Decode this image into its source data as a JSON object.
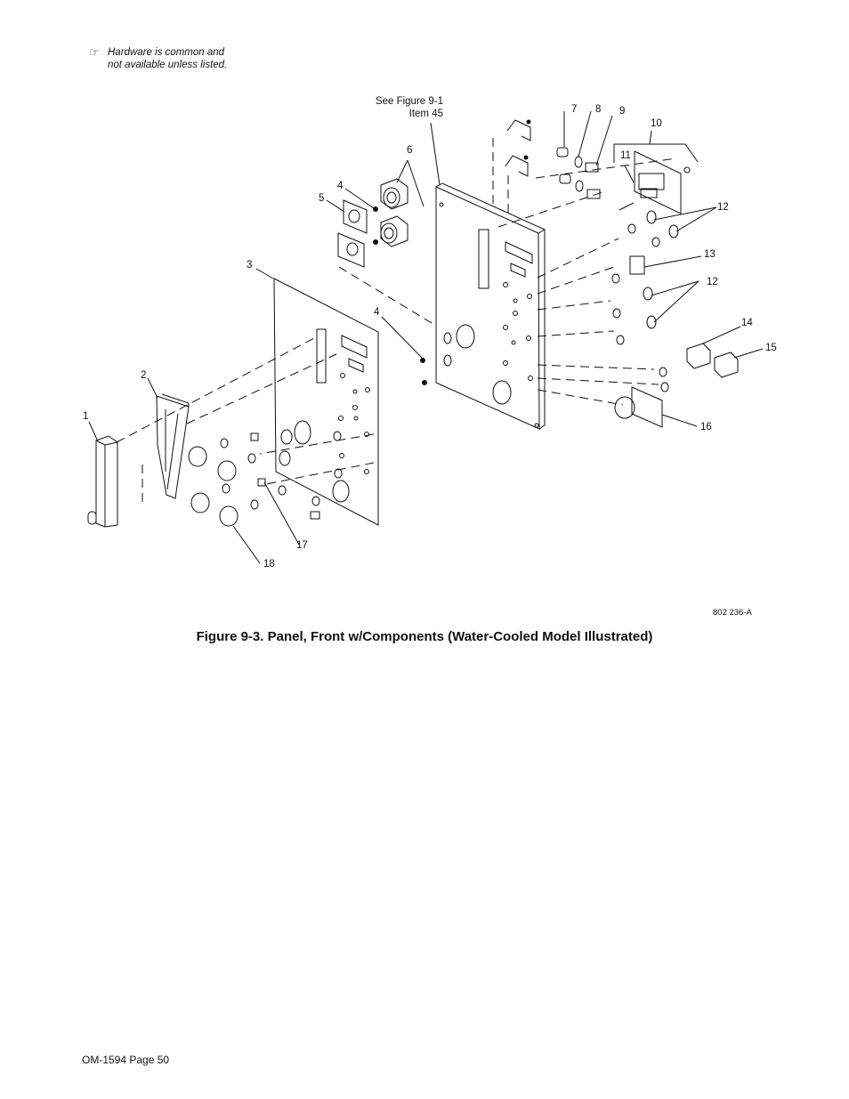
{
  "note": {
    "icon": "pointing-hand-icon",
    "line1": "Hardware is common and",
    "line2": "not available unless listed."
  },
  "reference": {
    "line1": "See Figure 9-1",
    "line2": "Item 45"
  },
  "callouts": {
    "c1": "1",
    "c2": "2",
    "c3": "3",
    "c4a": "4",
    "c4b": "4",
    "c5": "5",
    "c6": "6",
    "c7": "7",
    "c8": "8",
    "c9": "9",
    "c10": "10",
    "c11": "11",
    "c12a": "12",
    "c12b": "12",
    "c13": "13",
    "c14": "14",
    "c15": "15",
    "c16": "16",
    "c17": "17",
    "c18": "18"
  },
  "drawing_number": "802 236-A",
  "caption": "Figure 9-3. Panel, Front w/Components (Water-Cooled Model Illustrated)",
  "footer": "OM-1594 Page 50"
}
